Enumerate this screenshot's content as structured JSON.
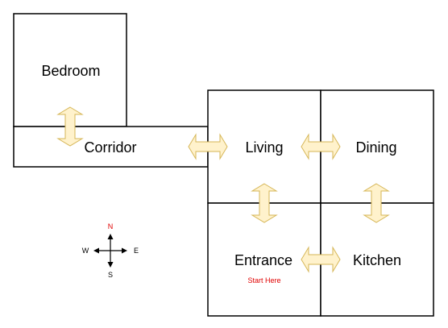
{
  "rooms": {
    "bedroom": "Bedroom",
    "corridor": "Corridor",
    "living": "Living",
    "dining": "Dining",
    "entrance": "Entrance",
    "kitchen": "Kitchen"
  },
  "start_note": "Start Here",
  "compass": {
    "n": "N",
    "s": "S",
    "e": "E",
    "w": "W"
  },
  "colors": {
    "arrow_fill": "#fff2cc",
    "arrow_stroke": "#d6b656",
    "wall": "#000000",
    "note": "#e00000"
  }
}
